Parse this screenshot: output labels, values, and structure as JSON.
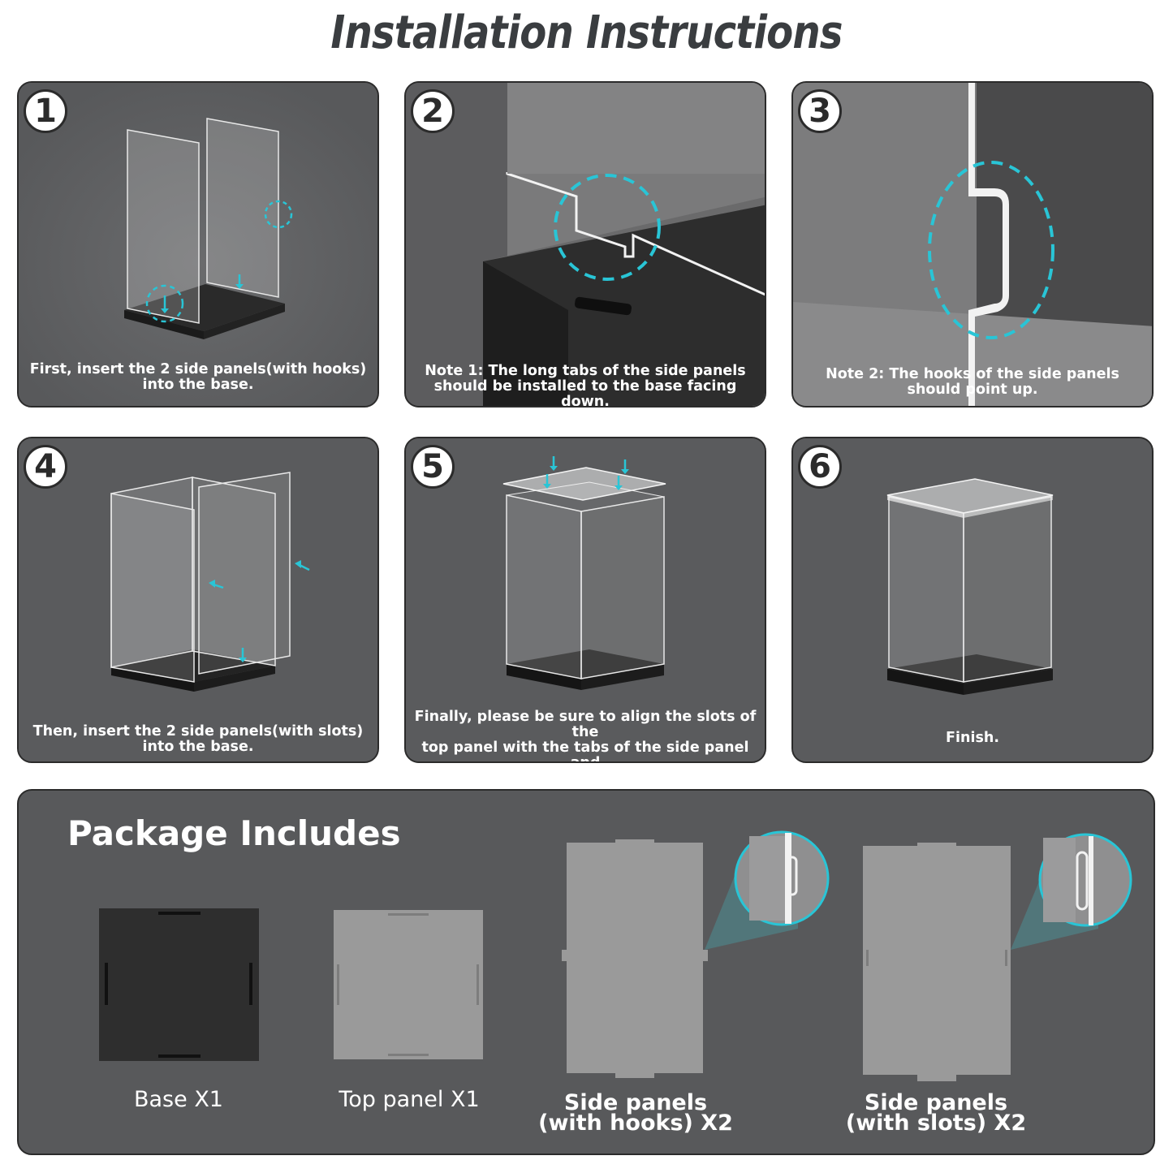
{
  "title": "Installation Instructions",
  "colors": {
    "panel": "#58595b",
    "accent": "#29c5d6",
    "base": "#2e2e2e",
    "acrylic": "#9a9a9a"
  },
  "steps": [
    {
      "number": "1",
      "caption": "First, insert the 2 side panels(with hooks)\ninto the base."
    },
    {
      "number": "2",
      "caption": "Note 1: The long tabs of the side panels\nshould be installed to the base facing down."
    },
    {
      "number": "3",
      "caption": "Note 2: The hooks of the side panels\nshould point up."
    },
    {
      "number": "4",
      "caption": "Then, insert the 2 side panels(with slots)\ninto the base."
    },
    {
      "number": "5",
      "caption": "Finally, please be sure to align the slots of the\ntop panel with the tabs of the side panel and\ntap the top panel firmly to make it secure."
    },
    {
      "number": "6",
      "caption": "Finish."
    }
  ],
  "package": {
    "title": "Package Includes",
    "items": [
      {
        "label": "Base X1",
        "icon": "base-plate-icon"
      },
      {
        "label": "Top panel X1",
        "icon": "top-panel-icon"
      },
      {
        "label": "Side panels\n(with hooks) X2",
        "icon": "side-panel-hooks-icon"
      },
      {
        "label": "Side panels\n(with slots) X2",
        "icon": "side-panel-slots-icon"
      }
    ]
  }
}
